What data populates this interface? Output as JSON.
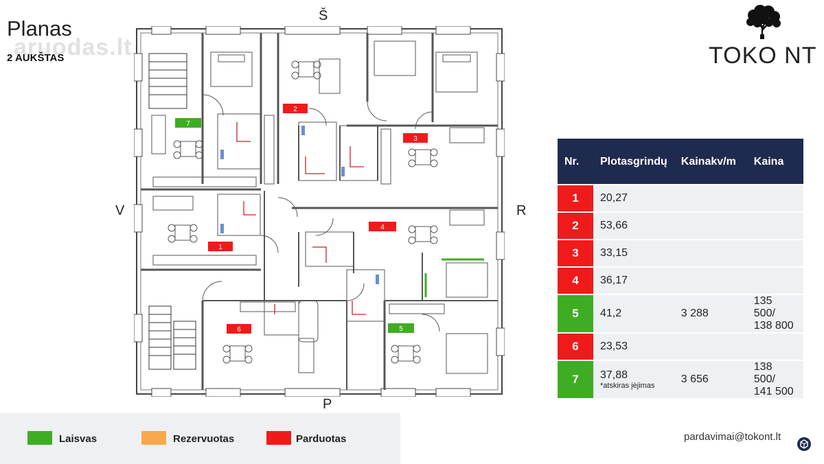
{
  "header": {
    "title": "Planas",
    "floor": "2 AUKŠTAS",
    "watermark": "aruodas.lt"
  },
  "brand": {
    "name": "TOKO NT",
    "logo_icon": "tree-icon"
  },
  "compass": {
    "north": "Š",
    "south": "P",
    "west": "V",
    "east": "R"
  },
  "units_on_plan": [
    {
      "label": "1",
      "status": "sold"
    },
    {
      "label": "2",
      "status": "sold"
    },
    {
      "label": "3",
      "status": "sold"
    },
    {
      "label": "4",
      "status": "sold"
    },
    {
      "label": "5",
      "status": "free"
    },
    {
      "label": "6",
      "status": "sold"
    },
    {
      "label": "7",
      "status": "free"
    }
  ],
  "table": {
    "headers": {
      "nr": "Nr.",
      "area_1": "Plotas",
      "area_2": "grindų",
      "ppm_1": "Kaina",
      "ppm_2": "kv/m",
      "price": "Kaina"
    },
    "rows": [
      {
        "nr": "1",
        "status": "sold",
        "area": "20,27",
        "note": "",
        "ppm": "",
        "price_1": "",
        "price_2": ""
      },
      {
        "nr": "2",
        "status": "sold",
        "area": "53,66",
        "note": "",
        "ppm": "",
        "price_1": "",
        "price_2": ""
      },
      {
        "nr": "3",
        "status": "sold",
        "area": "33,15",
        "note": "",
        "ppm": "",
        "price_1": "",
        "price_2": ""
      },
      {
        "nr": "4",
        "status": "sold",
        "area": "36,17",
        "note": "",
        "ppm": "",
        "price_1": "",
        "price_2": ""
      },
      {
        "nr": "5",
        "status": "free",
        "area": "41,2",
        "note": "",
        "ppm": "3 288",
        "price_1": "135 500/",
        "price_2": "138 800"
      },
      {
        "nr": "6",
        "status": "sold",
        "area": "23,53",
        "note": "",
        "ppm": "",
        "price_1": "",
        "price_2": ""
      },
      {
        "nr": "7",
        "status": "free",
        "area": "37,88",
        "note": "*atskiras įėjimas",
        "ppm": "3 656",
        "price_1": "138 500/",
        "price_2": "141 500"
      }
    ]
  },
  "legend": [
    {
      "label": "Laisvas",
      "color": "#3fad23"
    },
    {
      "label": "Rezervuotas",
      "color": "#f7a94a"
    },
    {
      "label": "Parduotas",
      "color": "#ef1b1b"
    }
  ],
  "status_colors": {
    "sold": "#ef1b1b",
    "free": "#3fad23"
  },
  "contact": {
    "email": "pardavimai@tokont.lt"
  },
  "corner_icon": "cube-badge-icon"
}
